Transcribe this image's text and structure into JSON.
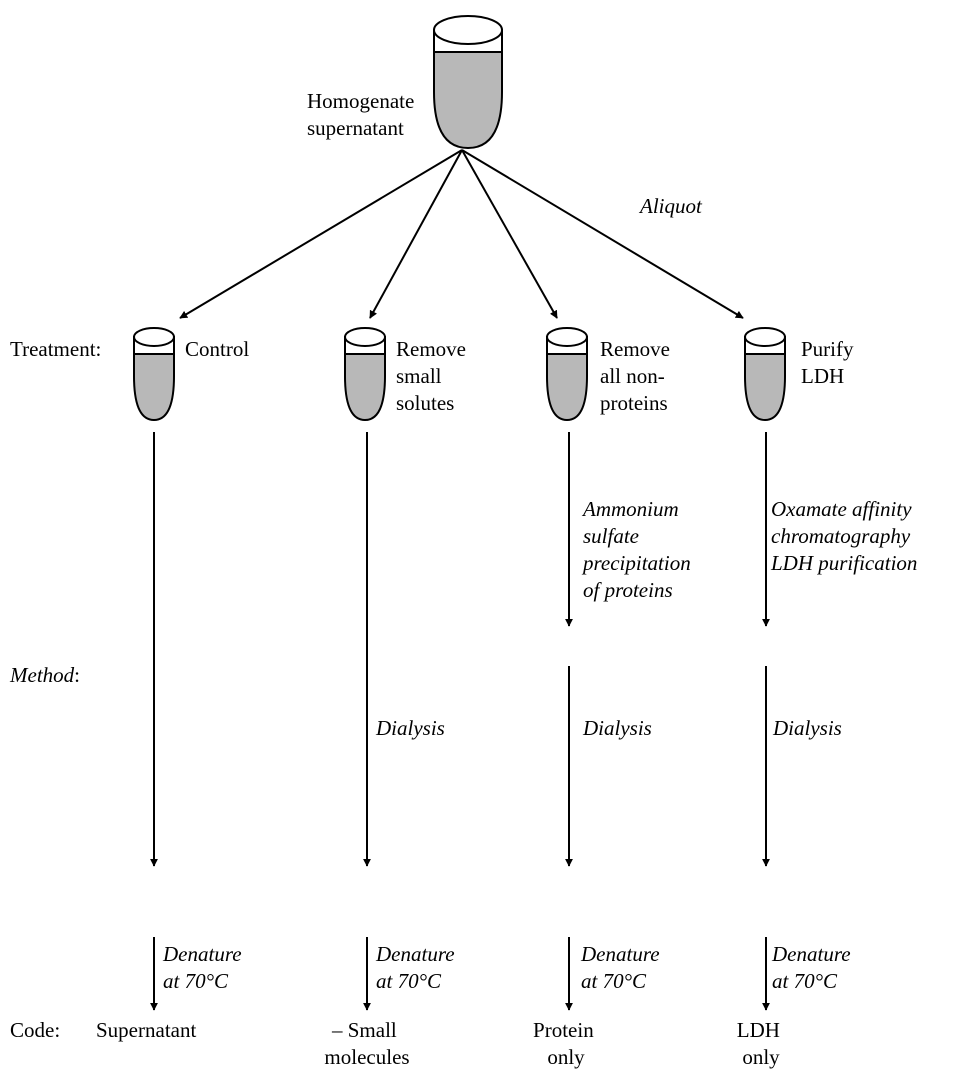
{
  "source": {
    "label_line1": "Homogenate",
    "label_line2": "supernatant",
    "aliquot_label": "Aliquot"
  },
  "row_labels": {
    "treatment": "Treatment:",
    "method": "Method",
    "method_colon": ":",
    "code": "Code:"
  },
  "columns": [
    {
      "treatment": [
        "Control"
      ],
      "method_top": [],
      "method_middle": "",
      "denature": [
        "Denature",
        "at 70°C"
      ],
      "code": [
        "Supernatant"
      ]
    },
    {
      "treatment": [
        "Remove",
        "small",
        "solutes"
      ],
      "method_top": [],
      "method_middle": "Dialysis",
      "denature": [
        "Denature",
        "at 70°C"
      ],
      "code": [
        "– Small",
        "molecules"
      ]
    },
    {
      "treatment": [
        "Remove",
        "all non-",
        "proteins"
      ],
      "method_top": [
        "Ammonium",
        "sulfate",
        "precipitation",
        "of proteins"
      ],
      "method_middle": "Dialysis",
      "denature": [
        "Denature",
        "at 70°C"
      ],
      "code": [
        "Protein",
        "only"
      ]
    },
    {
      "treatment": [
        "Purify",
        "LDH"
      ],
      "method_top": [
        "Oxamate affinity",
        "chromatography",
        "LDH purification"
      ],
      "method_middle": "Dialysis",
      "denature": [
        "Denature",
        "at 70°C"
      ],
      "code": [
        "LDH",
        "only"
      ]
    }
  ]
}
